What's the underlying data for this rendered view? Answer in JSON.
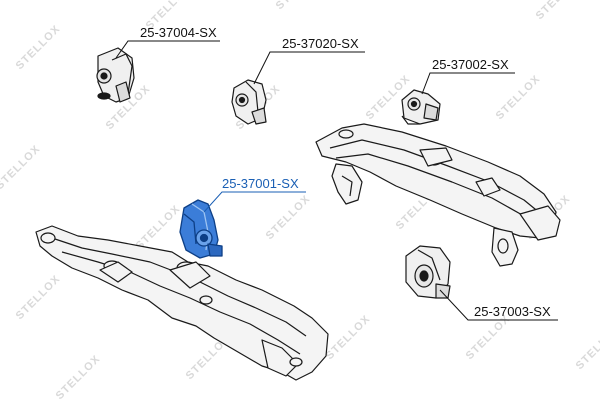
{
  "watermark": {
    "text": "STELLOX",
    "color": "#d9d9d9"
  },
  "colors": {
    "highlight": "#1a5fb4",
    "outline": "#1a1a1a",
    "part_fill": "#f2f2f2"
  },
  "parts": [
    {
      "id": "25-37004",
      "label": "25-37004-SX",
      "highlighted": false
    },
    {
      "id": "25-37020",
      "label": "25-37020-SX",
      "highlighted": false
    },
    {
      "id": "25-37002",
      "label": "25-37002-SX",
      "highlighted": false
    },
    {
      "id": "25-37001",
      "label": "25-37001-SX",
      "highlighted": true
    },
    {
      "id": "25-37003",
      "label": "25-37003-SX",
      "highlighted": false
    }
  ]
}
